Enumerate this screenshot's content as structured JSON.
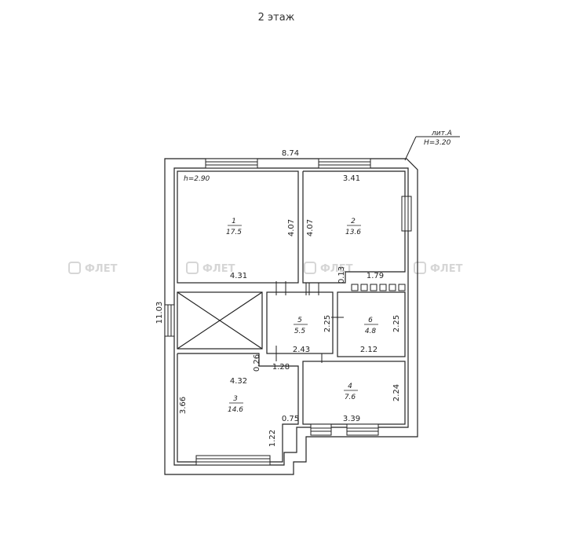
{
  "title": "2 этаж",
  "building": {
    "lit": "лит.А",
    "height": "H=3.20"
  },
  "ceiling": "h=2.90",
  "watermark": "ФЛЕТ",
  "rooms": [
    {
      "num": "1",
      "area": "17.5"
    },
    {
      "num": "2",
      "area": "13.6"
    },
    {
      "num": "3",
      "area": "14.6"
    },
    {
      "num": "4",
      "area": "7.6"
    },
    {
      "num": "5",
      "area": "5.5"
    },
    {
      "num": "6",
      "area": "4.8"
    }
  ],
  "dims": {
    "overall_width": "8.74",
    "overall_height": "11.03",
    "r2_width": "3.41",
    "r1_height": "4.07",
    "r2_height": "4.07",
    "r1_width": "4.31",
    "r2_step": "0.13",
    "r2_bottom": "1.79",
    "r5_height": "2.25",
    "r6_height": "2.25",
    "r6_width": "2.12",
    "r5_width": "2.43",
    "r3_step_h": "0.26",
    "r3_step_w": "1.28",
    "r3_width": "4.32",
    "r3_height": "3.66",
    "r3_notch_w": "0.75",
    "r3_notch_h": "1.22",
    "r4_height": "2.24",
    "r4_width": "3.39"
  }
}
